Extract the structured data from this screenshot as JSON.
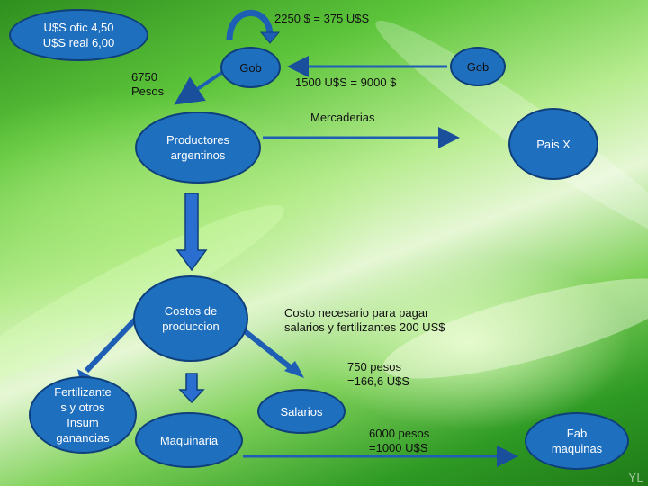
{
  "nodes": {
    "usd_rates": "U$S ofic 4,50\nU$S real 6,00",
    "gob_left": "Gob",
    "gob_right": "Gob",
    "productores": "Productores\nargentinos",
    "pais_x": "Pais X",
    "costos": "Costos de\nproduccion",
    "fertilizantes": "Fertilizante\ns y otros\nInsum\nganancias",
    "maquinaria": "Maquinaria",
    "salarios": "Salarios",
    "fab_maquinas": "Fab\nmaquinas"
  },
  "labels": {
    "exchange_top": "2250 $ = 375 U$S",
    "pesos_6750": "6750\nPesos",
    "exchange_mid": "1500 U$S = 9000 $",
    "mercaderias": "Mercaderias",
    "costo_necesario": "Costo necesario para pagar\nsalarios y fertilizantes 200 US$",
    "pesos_750": "750 pesos\n=166,6 U$S",
    "pesos_6000": "6000 pesos\n=1000 U$S",
    "watermark": "YL"
  },
  "colors": {
    "node_fill": "#1f6fbf",
    "arrow_fill": "#2a6fcf",
    "background_green": "#5cc43a"
  }
}
